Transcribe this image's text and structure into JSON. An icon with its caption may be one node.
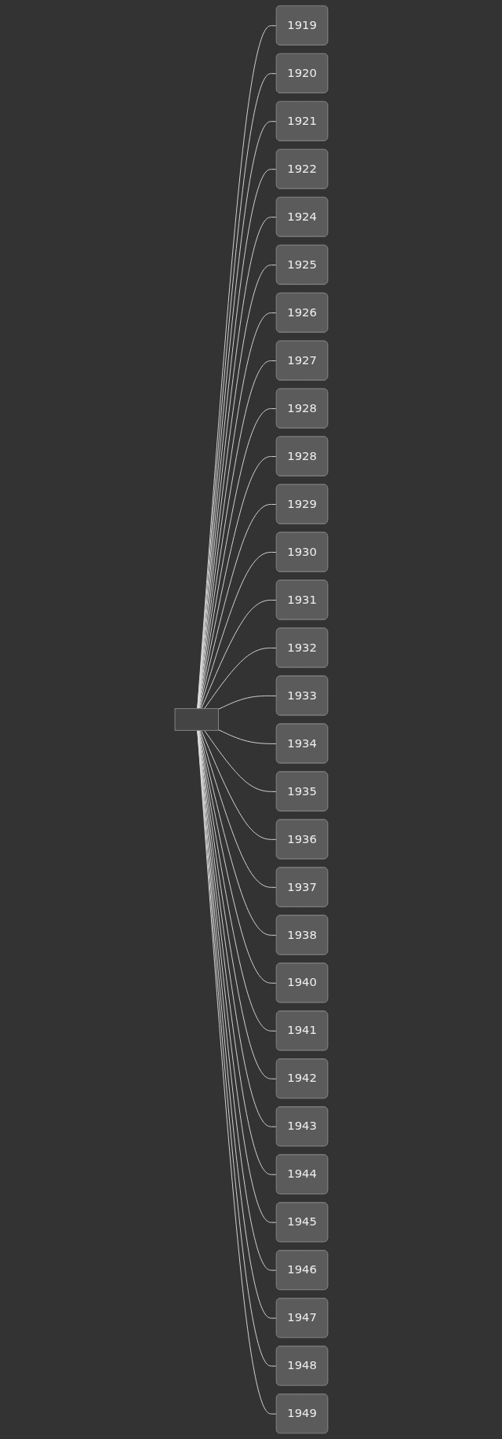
{
  "diagram": {
    "nodes": [
      {
        "text": [],
        "shape": "box"
      },
      {
        "text": [
          "1919"
        ]
      },
      {
        "text": [
          "1920"
        ]
      },
      {
        "text": [
          "1921"
        ]
      },
      {
        "text": [
          "1922"
        ]
      },
      {
        "text": [
          "1924"
        ]
      },
      {
        "text": [
          "1925"
        ]
      },
      {
        "text": [
          "1926"
        ]
      },
      {
        "text": [
          "1927"
        ]
      },
      {
        "text": [
          "1928"
        ]
      },
      {
        "text": [
          "1928"
        ]
      },
      {
        "text": [
          "1929"
        ]
      },
      {
        "text": [
          "1930"
        ]
      },
      {
        "text": [
          "1931"
        ]
      },
      {
        "text": [
          "1932"
        ]
      },
      {
        "text": [
          "1933"
        ]
      },
      {
        "text": [
          "1934"
        ]
      },
      {
        "text": [
          "1935"
        ]
      },
      {
        "text": [
          "1936"
        ]
      },
      {
        "text": [
          "1937"
        ]
      },
      {
        "text": [
          "1938"
        ]
      },
      {
        "text": [
          "1940"
        ]
      },
      {
        "text": [
          "1941"
        ]
      },
      {
        "text": [
          "1942"
        ]
      },
      {
        "text": [
          "1943"
        ]
      },
      {
        "text": [
          "1944"
        ]
      },
      {
        "text": [
          "1945"
        ]
      },
      {
        "text": [
          "1946"
        ]
      },
      {
        "text": [
          "1947"
        ]
      },
      {
        "text": [
          "1948"
        ]
      },
      {
        "text": [
          "1949"
        ]
      }
    ],
    "edges": [
      {
        "from": 0,
        "to": 1,
        "arrow": "none"
      },
      {
        "from": 0,
        "to": 2,
        "arrow": "none"
      },
      {
        "from": 0,
        "to": 3,
        "arrow": "none"
      },
      {
        "from": 0,
        "to": 4,
        "arrow": "none"
      },
      {
        "from": 0,
        "to": 5,
        "arrow": "none"
      },
      {
        "from": 0,
        "to": 6,
        "arrow": "none"
      },
      {
        "from": 0,
        "to": 7,
        "arrow": "none"
      },
      {
        "from": 0,
        "to": 8,
        "arrow": "none"
      },
      {
        "from": 0,
        "to": 9,
        "arrow": "none"
      },
      {
        "from": 0,
        "to": 10,
        "arrow": "none"
      },
      {
        "from": 0,
        "to": 11,
        "arrow": "none"
      },
      {
        "from": 0,
        "to": 12,
        "arrow": "none"
      },
      {
        "from": 0,
        "to": 13,
        "arrow": "none"
      },
      {
        "from": 0,
        "to": 14,
        "arrow": "none"
      },
      {
        "from": 0,
        "to": 15,
        "arrow": "none"
      },
      {
        "from": 0,
        "to": 16,
        "arrow": "none"
      },
      {
        "from": 0,
        "to": 17,
        "arrow": "none"
      },
      {
        "from": 0,
        "to": 18,
        "arrow": "none"
      },
      {
        "from": 0,
        "to": 19,
        "arrow": "none"
      },
      {
        "from": 0,
        "to": 20,
        "arrow": "none"
      },
      {
        "from": 0,
        "to": 21,
        "arrow": "none"
      },
      {
        "from": 0,
        "to": 22,
        "arrow": "none"
      },
      {
        "from": 0,
        "to": 23,
        "arrow": "none"
      },
      {
        "from": 0,
        "to": 24,
        "arrow": "none"
      },
      {
        "from": 0,
        "to": 25,
        "arrow": "none"
      },
      {
        "from": 0,
        "to": 26,
        "arrow": "none"
      },
      {
        "from": 0,
        "to": 27,
        "arrow": "none"
      },
      {
        "from": 0,
        "to": 28,
        "arrow": "none"
      },
      {
        "from": 0,
        "to": 29,
        "arrow": "none"
      },
      {
        "from": 0,
        "to": 30,
        "arrow": "none"
      }
    ]
  }
}
